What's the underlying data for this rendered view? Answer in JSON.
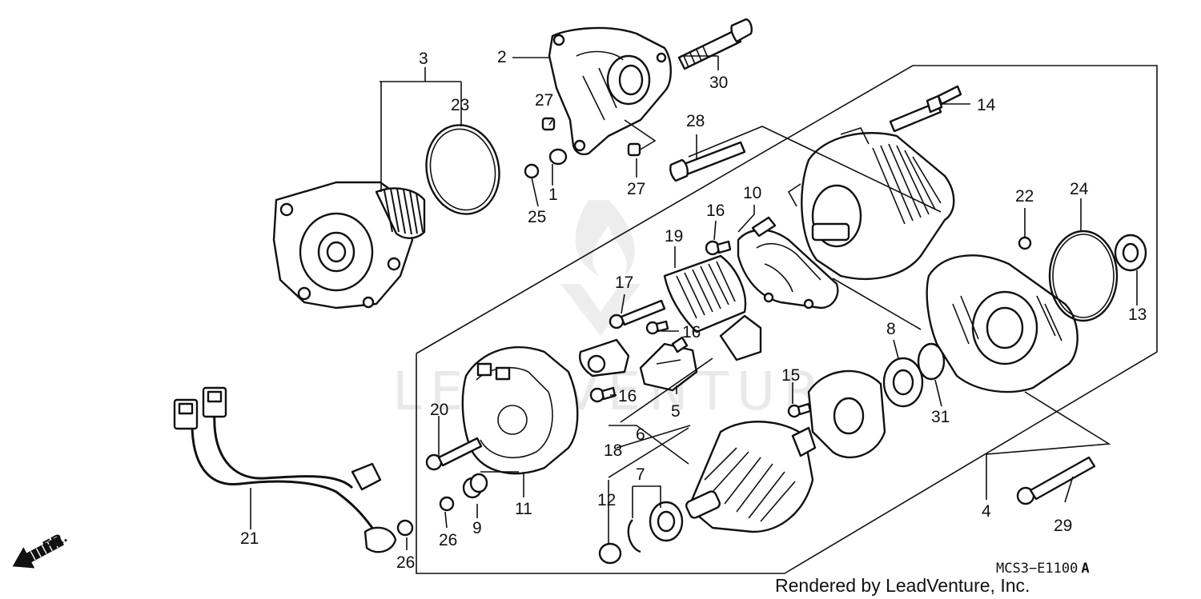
{
  "diagram": {
    "drawing_code": "MCS3−E1100",
    "drawing_code_suffix": "A",
    "credit": "Rendered by LeadVenture, Inc.",
    "watermark": "LEADVENTURE",
    "direction_label": "FR."
  },
  "callouts": {
    "c1": "1",
    "c2": "2",
    "c3": "3",
    "c4": "4",
    "c5": "5",
    "c6": "6",
    "c7": "7",
    "c8": "8",
    "c9": "9",
    "c10": "10",
    "c11": "11",
    "c12": "12",
    "c13": "13",
    "c14": "14",
    "c15": "15",
    "c16a": "16",
    "c16b": "16",
    "c16c": "16",
    "c17": "17",
    "c18": "18",
    "c19": "19",
    "c20": "20",
    "c21": "21",
    "c22": "22",
    "c23": "23",
    "c24": "24",
    "c25": "25",
    "c26a": "26",
    "c26b": "26",
    "c27a": "27",
    "c27b": "27",
    "c28": "28",
    "c29": "29",
    "c30": "30",
    "c31": "31"
  }
}
